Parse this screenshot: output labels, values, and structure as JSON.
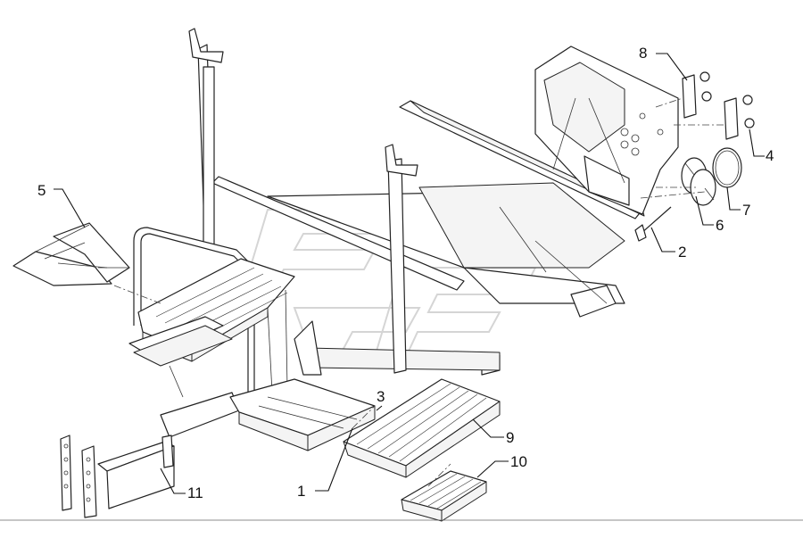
{
  "diagram": {
    "callouts": [
      {
        "id": "1",
        "text": "1"
      },
      {
        "id": "2",
        "text": "2"
      },
      {
        "id": "3",
        "text": "3"
      },
      {
        "id": "4",
        "text": "4"
      },
      {
        "id": "5",
        "text": "5"
      },
      {
        "id": "6",
        "text": "6"
      },
      {
        "id": "7",
        "text": "7"
      },
      {
        "id": "8",
        "text": "8"
      },
      {
        "id": "9",
        "text": "9"
      },
      {
        "id": "10",
        "text": "10"
      },
      {
        "id": "11",
        "text": "11"
      }
    ],
    "colors": {
      "line": "#111111",
      "background": "#ffffff",
      "watermark": "#bbbbbb"
    }
  }
}
